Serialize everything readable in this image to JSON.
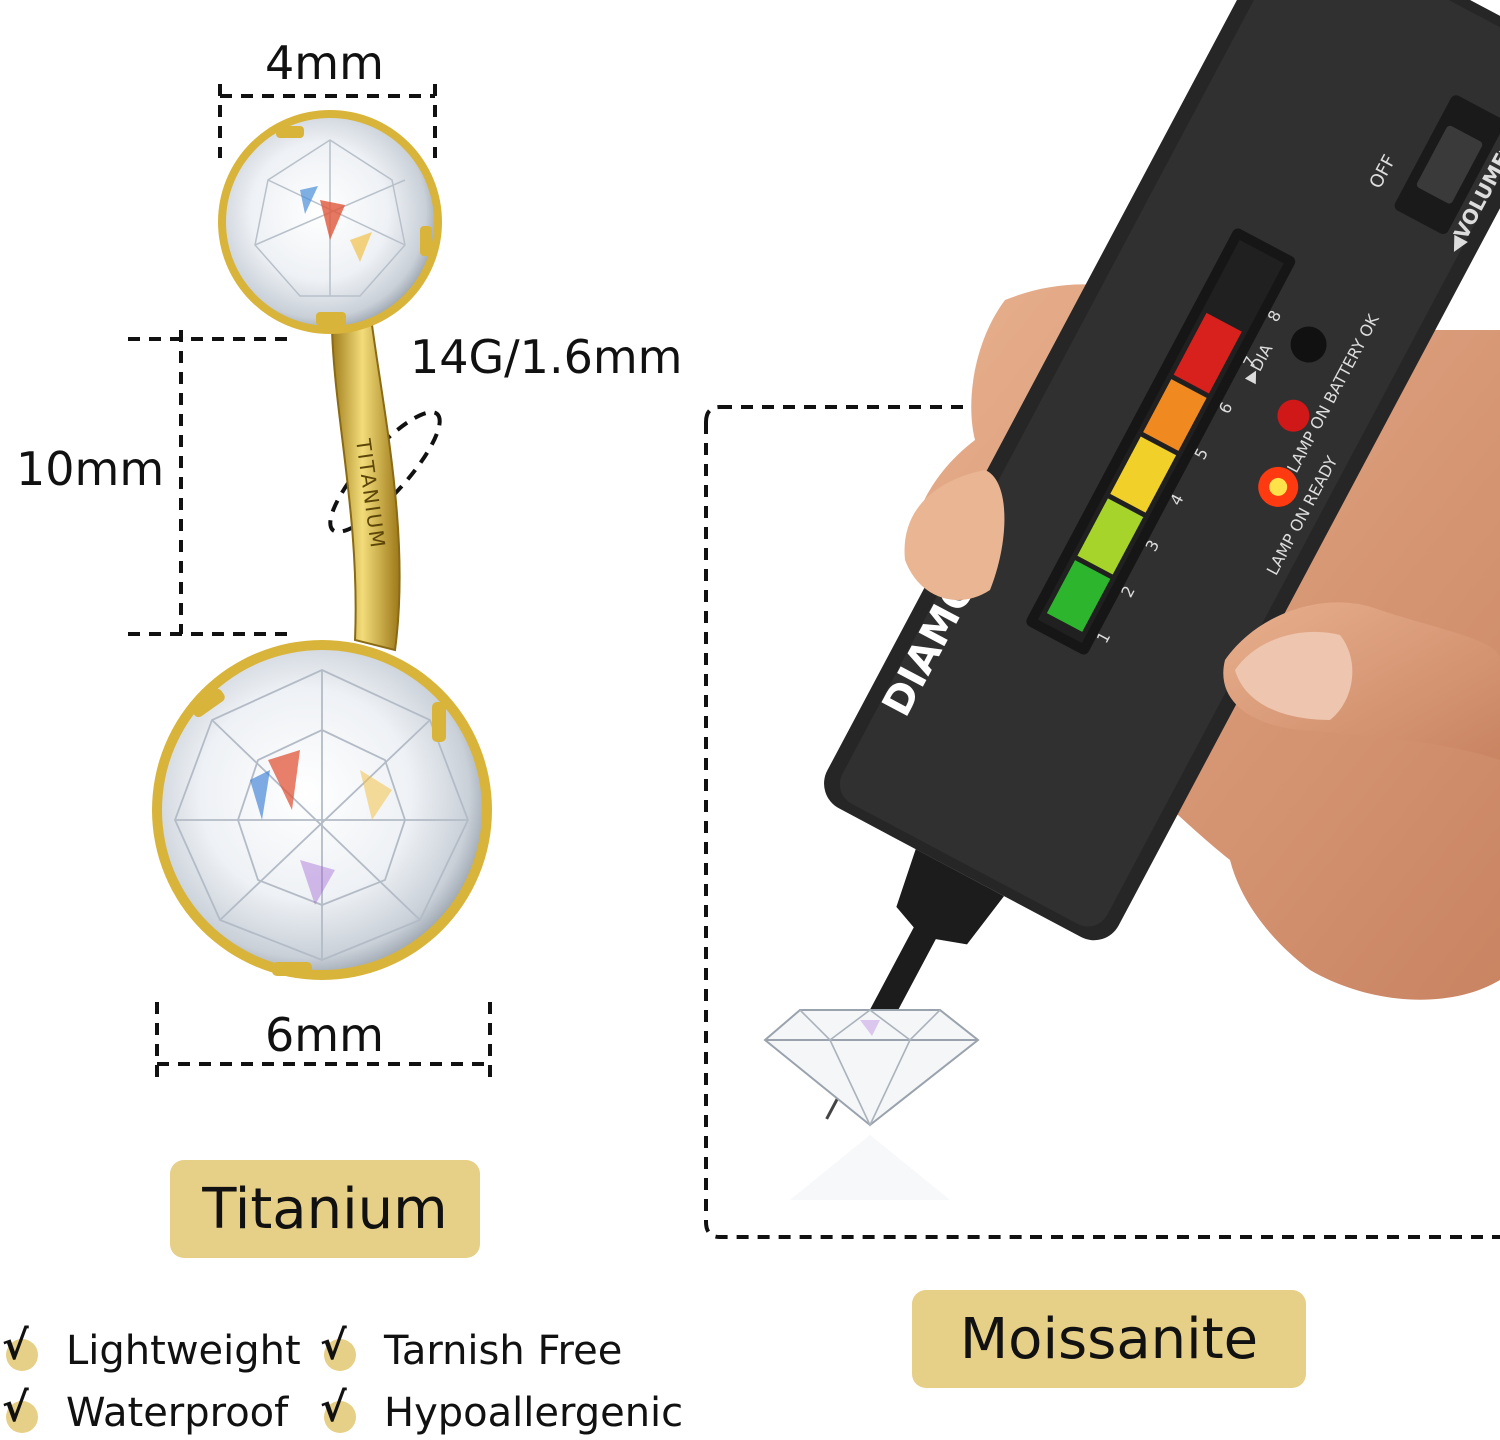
{
  "dimensions": {
    "top_width": "4mm",
    "gauge": "14G/1.6mm",
    "bar_length": "10mm",
    "bottom_width": "6mm",
    "bar_engraving": "TITANIUM"
  },
  "tags": {
    "material": "Titanium",
    "stone": "Moissanite"
  },
  "features": [
    {
      "label": "Lightweight",
      "icon": "check-icon"
    },
    {
      "label": "Tarnish Free",
      "icon": "check-icon"
    },
    {
      "label": "Waterproof",
      "icon": "check-icon"
    },
    {
      "label": "Hypoallergenic",
      "icon": "check-icon"
    }
  ],
  "tester": {
    "brand_text": "DIAMO",
    "switch_off": "OFF",
    "switch_volume": "◀VOLUME▶",
    "lamp_battery": "LAMP ON BATTERY OK",
    "lamp_ready": "LAMP ON READY",
    "dia_label": "▶DIA",
    "scale": [
      "1",
      "2",
      "3",
      "4",
      "5",
      "6",
      "7",
      "8"
    ]
  },
  "colors": {
    "tag_background": "#e6cf86",
    "check_dot": "#e6cf86",
    "gold": "#d9b43a",
    "tester_body": "#262626"
  }
}
